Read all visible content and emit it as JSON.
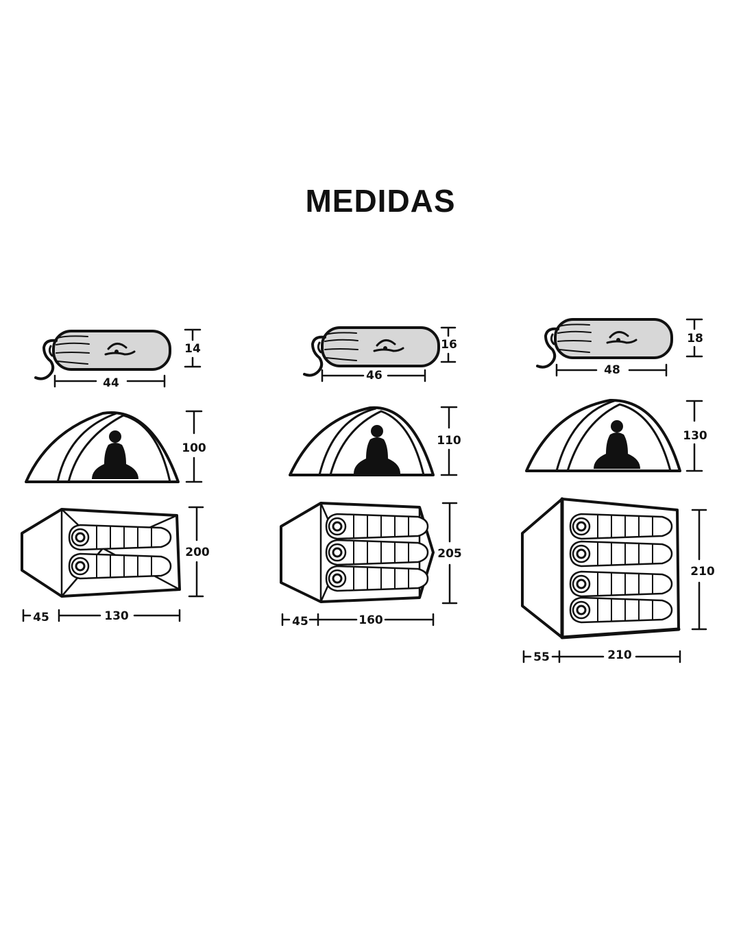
{
  "title": "MEDIDAS",
  "models": [
    {
      "packed": {
        "length": "44",
        "diameter": "14"
      },
      "height": "100",
      "floor": {
        "length": "200",
        "width": "130",
        "vestibule": "45"
      },
      "sleepers": 2
    },
    {
      "packed": {
        "length": "46",
        "diameter": "16"
      },
      "height": "110",
      "floor": {
        "length": "205",
        "width": "160",
        "vestibule": "45"
      },
      "sleepers": 3
    },
    {
      "packed": {
        "length": "48",
        "diameter": "18"
      },
      "height": "130",
      "floor": {
        "length": "210",
        "width": "210",
        "vestibule": "55"
      },
      "sleepers": 4
    }
  ],
  "icons": [
    "tent-bag-icon",
    "dome-tent-icon",
    "person-silhouette-icon",
    "sleeping-bag-icon"
  ]
}
